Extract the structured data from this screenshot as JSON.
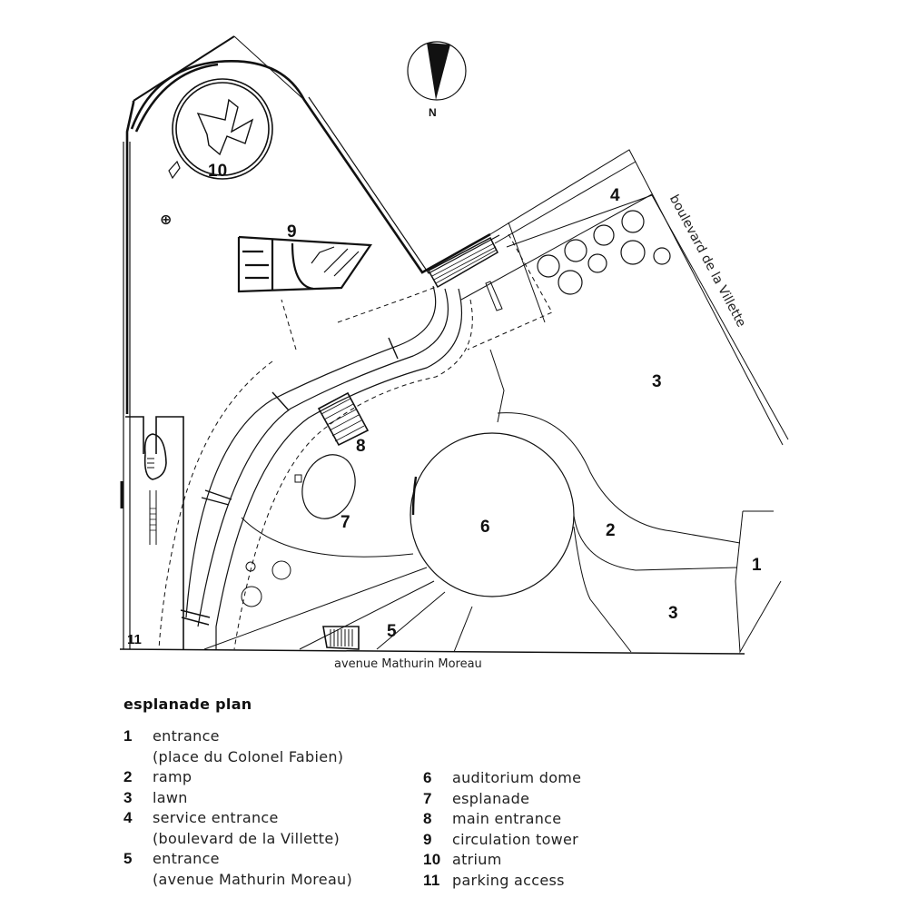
{
  "plan": {
    "title": "esplanade plan",
    "compass": {
      "label": "N",
      "icon": "north-arrow-icon"
    },
    "streets": {
      "bottom": "avenue Mathurin Moreau",
      "right": "boulevard de la Villette"
    },
    "map_labels": [
      "1",
      "2",
      "3",
      "3",
      "4",
      "5",
      "6",
      "7",
      "8",
      "9",
      "10",
      "11"
    ]
  },
  "legend": {
    "title": "esplanade plan",
    "items": [
      {
        "num": "1",
        "label": "entrance",
        "sub": "(place du Colonel Fabien)"
      },
      {
        "num": "2",
        "label": "ramp"
      },
      {
        "num": "3",
        "label": "lawn"
      },
      {
        "num": "4",
        "label": "service entrance",
        "sub": "(boulevard de la Villette)"
      },
      {
        "num": "5",
        "label": "entrance",
        "sub": "(avenue Mathurin Moreau)"
      },
      {
        "num": "6",
        "label": "auditorium dome"
      },
      {
        "num": "7",
        "label": "esplanade"
      },
      {
        "num": "8",
        "label": "main entrance"
      },
      {
        "num": "9",
        "label": "circulation tower"
      },
      {
        "num": "10",
        "label": "atrium"
      },
      {
        "num": "11",
        "label": "parking access"
      }
    ]
  }
}
